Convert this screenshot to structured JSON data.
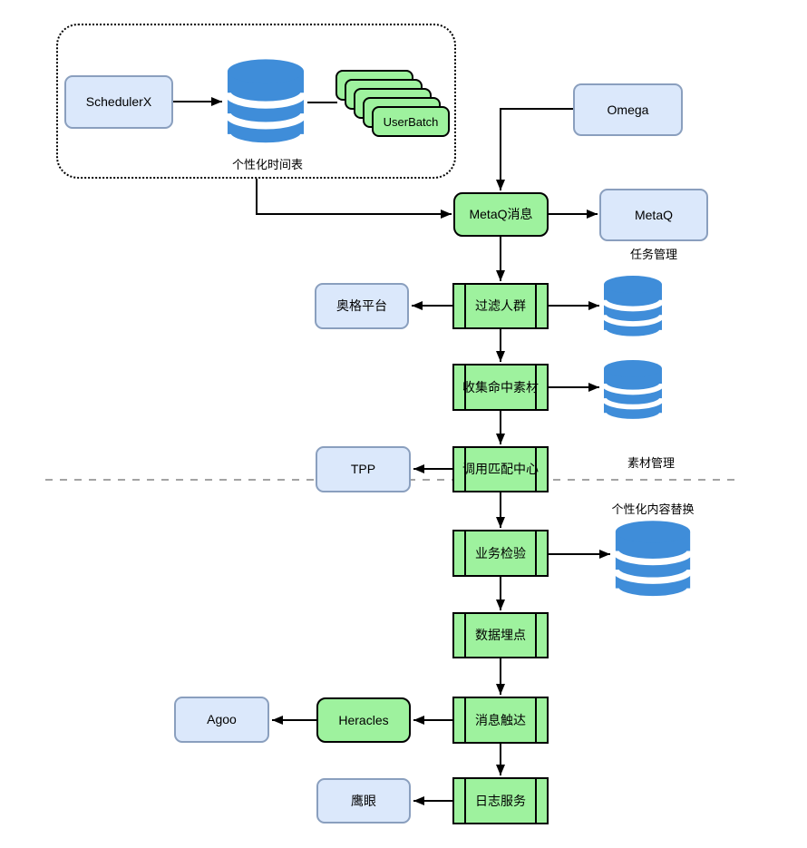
{
  "colors": {
    "green_fill": "#9ef29e",
    "green_border": "#000000",
    "blue_fill": "#dbe8fb",
    "blue_border": "#8a9fbe",
    "database_blue": "#3f8dd9",
    "divider_gray": "#a3a3a3"
  },
  "scheduler_group": {
    "schedulerx_label": "SchedulerX",
    "userbatch_label": "UserBatch",
    "caption": "个性化时间表"
  },
  "pipeline": {
    "omega": "Omega",
    "metaq_message": "MetaQ消息",
    "metaq": "MetaQ",
    "task_management_caption": "任务管理",
    "filter_crowd": "过滤人群",
    "aoge_platform": "奥格平台",
    "collect_hit_materials": "收集命中素材",
    "call_match_center": "调用匹配中心",
    "tpp": "TPP",
    "material_management_caption": "素材管理",
    "personalized_content_caption": "个性化内容替换",
    "business_check": "业务检验",
    "data_tracking": "数据埋点",
    "message_reach": "消息触达",
    "heracles": "Heracles",
    "agoo": "Agoo",
    "log_service": "日志服务",
    "eagle_eye": "鹰眼"
  }
}
